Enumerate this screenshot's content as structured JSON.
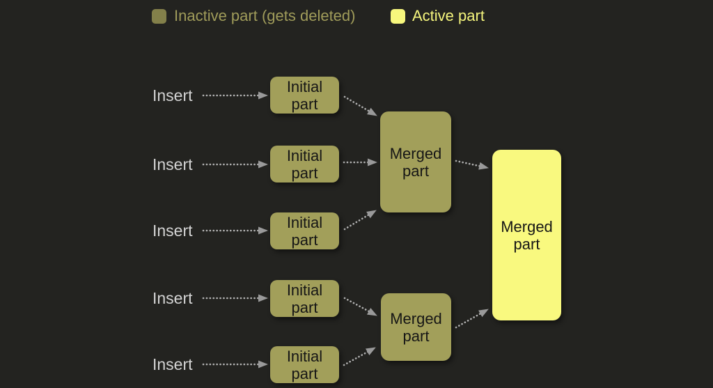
{
  "legend": {
    "inactive_label": "Inactive part (gets deleted)",
    "active_label": "Active part"
  },
  "insert_label": "Insert",
  "nodes": {
    "initial_line1": "Initial",
    "initial_line2": "part",
    "merged_line1": "Merged",
    "merged_line2": "part"
  },
  "colors": {
    "background": "#232320",
    "inactive_box": "#a29f5a",
    "inactive_legend_swatch": "#83804a",
    "active_box": "#f9f97f",
    "legend_inactive_text": "#a09c5a",
    "legend_active_text": "#f5f57d",
    "insert_text": "#d4d4d4",
    "box_text": "#161616",
    "arrow": "#b3b3b3"
  }
}
